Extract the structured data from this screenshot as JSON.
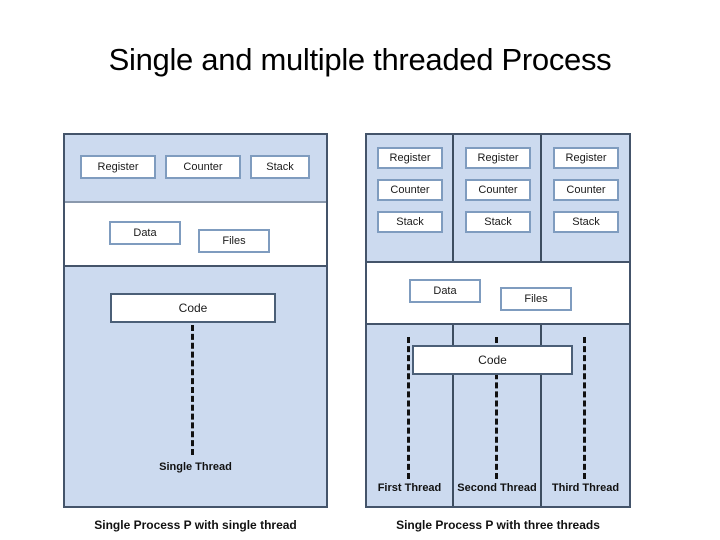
{
  "slide": {
    "title": "Single and multiple threaded Process"
  },
  "colors": {
    "band_blue": "#ccdaef",
    "band_white": "#ffffff",
    "frame_border": "#44546a",
    "chip_border": "#7f9cbf",
    "thread_line": "#111111",
    "text": "#000000"
  },
  "single_process": {
    "caption": "Single Process P with single thread",
    "top_band": {
      "chips": [
        {
          "label": "Register"
        },
        {
          "label": "Counter"
        },
        {
          "label": "Stack"
        }
      ]
    },
    "middle_band": {
      "chips": [
        {
          "label": "Data"
        },
        {
          "label": "Files"
        }
      ]
    },
    "bottom_band": {
      "code_label": "Code",
      "thread_label": "Single Thread"
    }
  },
  "multi_process": {
    "caption": "Single Process P with three threads",
    "columns": [
      {
        "chips": [
          {
            "label": "Register"
          },
          {
            "label": "Counter"
          },
          {
            "label": "Stack"
          }
        ],
        "thread_label": "First Thread"
      },
      {
        "chips": [
          {
            "label": "Register"
          },
          {
            "label": "Counter"
          },
          {
            "label": "Stack"
          }
        ],
        "thread_label": "Second Thread"
      },
      {
        "chips": [
          {
            "label": "Register"
          },
          {
            "label": "Counter"
          },
          {
            "label": "Stack"
          }
        ],
        "thread_label": "Third Thread"
      }
    ],
    "middle_band": {
      "chips": [
        {
          "label": "Data"
        },
        {
          "label": "Files"
        }
      ]
    },
    "bottom_band": {
      "code_label": "Code"
    }
  }
}
